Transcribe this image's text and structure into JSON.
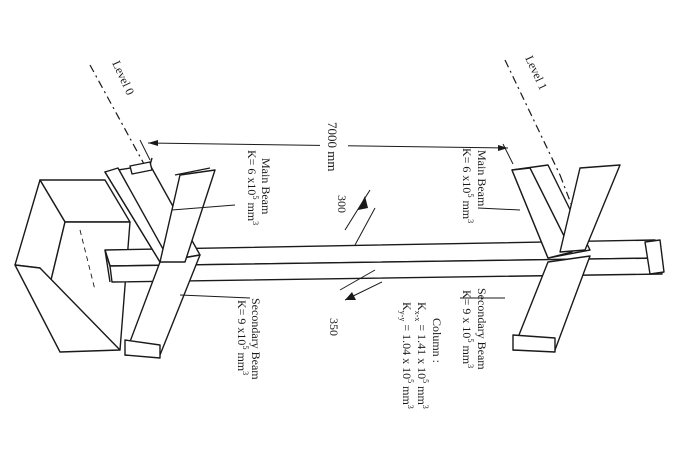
{
  "levels": {
    "level0": "Level 0",
    "level1": "Level 1"
  },
  "dimensions": {
    "span": "7000 mm",
    "depth": "300",
    "width": "350"
  },
  "left_main_beam": {
    "title": "Main Beam",
    "k": "K= 6 x10",
    "exp": "5",
    "unit": "mm",
    "unit_exp": "3"
  },
  "left_secondary_beam": {
    "title": "Secondary Beam",
    "k": "K= 9 x10",
    "exp": "5",
    "unit": "mm",
    "unit_exp": "3"
  },
  "right_main_beam": {
    "title": "Main Beam",
    "k": "K= 6 x10",
    "exp": "5",
    "unit": "mm",
    "unit_exp": "3"
  },
  "right_secondary_beam": {
    "title": "Secondary Beam",
    "k": "K= 9 x 10",
    "exp": "5",
    "unit": "mm",
    "unit_exp": "3"
  },
  "column": {
    "title": "Column :",
    "kxx_label": "K",
    "kxx_sub": "x-x",
    "kxx_value": "= 1.41 x 10",
    "kxx_exp": "5",
    "kxx_unit": "mm",
    "kxx_unit_exp": "3",
    "kyy_label": "K",
    "kyy_sub": "y-y",
    "kyy_value": "= 1.04 x 10",
    "kyy_exp": "5",
    "kyy_unit": "mm",
    "kyy_unit_exp": "3"
  }
}
